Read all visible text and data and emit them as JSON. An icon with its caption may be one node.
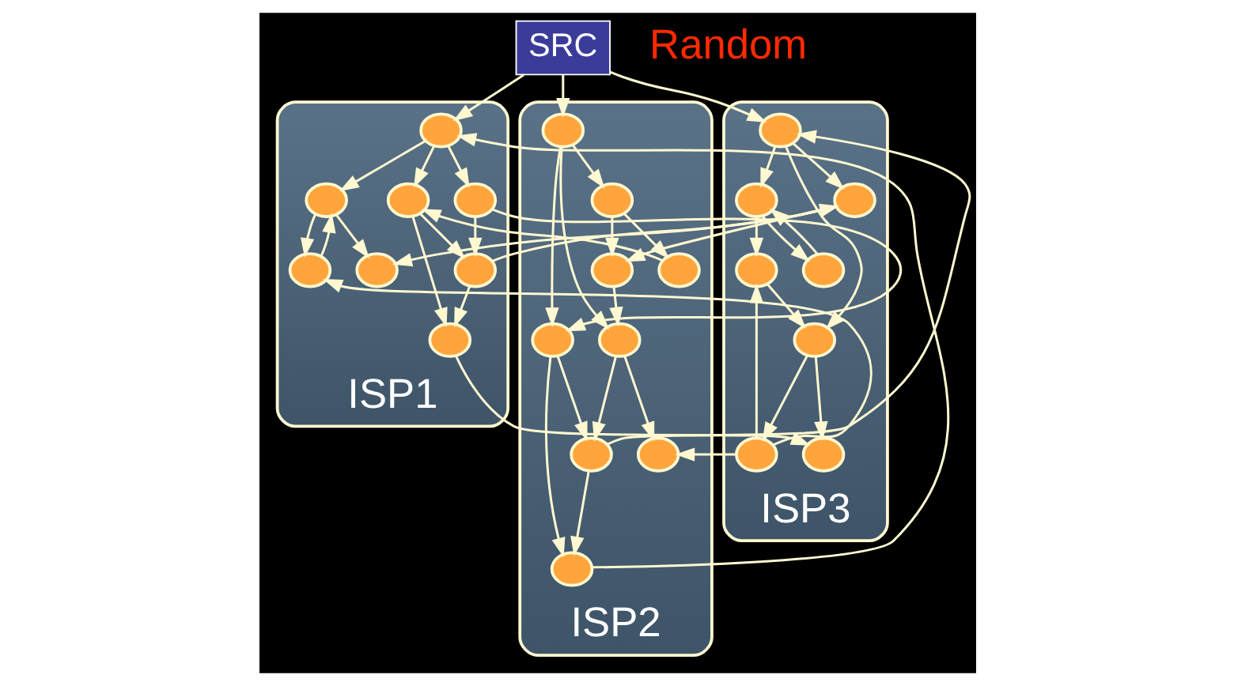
{
  "diagram": {
    "nodes": [
      {
        "text": [
          "SRC"
        ]
      },
      {
        "text": [
          "ISP1"
        ]
      },
      {
        "text": [],
        "shape": "circle",
        "in": 1
      },
      {
        "text": [],
        "shape": "circle",
        "in": 1
      },
      {
        "text": [],
        "shape": "circle",
        "in": 1
      },
      {
        "text": [],
        "shape": "circle",
        "in": 1
      },
      {
        "text": [],
        "shape": "circle",
        "in": 1
      },
      {
        "text": [],
        "shape": "circle",
        "in": 1
      },
      {
        "text": [],
        "shape": "circle",
        "in": 1
      },
      {
        "text": [],
        "shape": "circle",
        "in": 1
      },
      {
        "text": [
          "ISP2"
        ]
      },
      {
        "text": [],
        "shape": "circle",
        "in": 10
      },
      {
        "text": [],
        "shape": "circle",
        "in": 10
      },
      {
        "text": [],
        "shape": "circle",
        "in": 10
      },
      {
        "text": [],
        "shape": "circle",
        "in": 10
      },
      {
        "text": [],
        "shape": "circle",
        "in": 10
      },
      {
        "text": [],
        "shape": "circle",
        "in": 10
      },
      {
        "text": [],
        "shape": "circle",
        "in": 10
      },
      {
        "text": [],
        "shape": "circle",
        "in": 10
      },
      {
        "text": [],
        "shape": "circle",
        "in": 10
      },
      {
        "text": [
          "ISP3"
        ]
      },
      {
        "text": [],
        "shape": "circle",
        "in": 20
      },
      {
        "text": [],
        "shape": "circle",
        "in": 20
      },
      {
        "text": [],
        "shape": "circle",
        "in": 20
      },
      {
        "text": [],
        "shape": "circle",
        "in": 20
      },
      {
        "text": [],
        "shape": "circle",
        "in": 20
      },
      {
        "text": [],
        "shape": "circle",
        "in": 20
      },
      {
        "text": [],
        "shape": "circle",
        "in": 20
      },
      {
        "text": [],
        "shape": "circle",
        "in": 20
      }
    ],
    "edges": [
      {
        "from": 0,
        "to": 2,
        "arrow": "to"
      },
      {
        "from": 0,
        "to": 11,
        "arrow": "to"
      },
      {
        "from": 0,
        "to": 21,
        "arrow": "to"
      },
      {
        "from": 2,
        "to": 3,
        "arrow": "to"
      },
      {
        "from": 3,
        "to": 4,
        "arrow": "to"
      },
      {
        "from": 4,
        "to": 3,
        "arrow": "to"
      },
      {
        "from": 3,
        "to": 7,
        "arrow": "to"
      },
      {
        "from": 2,
        "to": 5,
        "arrow": "to"
      },
      {
        "from": 2,
        "to": 6,
        "arrow": "to"
      },
      {
        "from": 5,
        "to": 8,
        "arrow": "to"
      },
      {
        "from": 5,
        "to": 9,
        "arrow": "to"
      },
      {
        "from": 6,
        "to": 9,
        "arrow": "to"
      },
      {
        "from": 9,
        "to": 8,
        "arrow": "to"
      },
      {
        "from": 11,
        "to": 12,
        "arrow": "to"
      },
      {
        "from": 11,
        "to": 13,
        "arrow": "to"
      },
      {
        "from": 11,
        "to": 14,
        "arrow": "to"
      },
      {
        "from": 12,
        "to": 15,
        "arrow": "to"
      },
      {
        "from": 12,
        "to": 16,
        "arrow": "to"
      },
      {
        "from": 13,
        "to": 16,
        "arrow": "to"
      },
      {
        "from": 13,
        "to": 19,
        "arrow": "to"
      },
      {
        "from": 14,
        "to": 17,
        "arrow": "to"
      },
      {
        "from": 14,
        "to": 18,
        "arrow": "to"
      },
      {
        "from": 17,
        "to": 13,
        "arrow": "to"
      },
      {
        "from": 16,
        "to": 15,
        "arrow": "to"
      },
      {
        "from": 21,
        "to": 22,
        "arrow": "to"
      },
      {
        "from": 21,
        "to": 24,
        "arrow": "to"
      },
      {
        "from": 21,
        "to": 23,
        "arrow": "to"
      },
      {
        "from": 23,
        "to": 26,
        "arrow": "to"
      },
      {
        "from": 23,
        "to": 28,
        "arrow": "to"
      },
      {
        "from": 22,
        "to": 27,
        "arrow": "to"
      },
      {
        "from": 22,
        "to": 25,
        "arrow": "to"
      },
      {
        "from": 25,
        "to": 22,
        "arrow": "to"
      },
      {
        "from": 27,
        "to": 23,
        "arrow": "to"
      },
      {
        "from": 28,
        "to": 27,
        "arrow": "to"
      },
      {
        "from": 15,
        "to": 2,
        "arrow": "to"
      },
      {
        "from": 18,
        "to": 5,
        "arrow": "to"
      },
      {
        "from": 28,
        "to": 4,
        "arrow": "to"
      },
      {
        "from": 24,
        "to": 7,
        "arrow": "to"
      },
      {
        "from": 9,
        "to": 24,
        "arrow": "to"
      },
      {
        "from": 8,
        "to": 26,
        "arrow": "to"
      },
      {
        "from": 24,
        "to": 17,
        "arrow": "to"
      },
      {
        "from": 28,
        "to": 19,
        "arrow": "to"
      },
      {
        "from": 6,
        "to": 12,
        "arrow": "to"
      },
      {
        "from": 16,
        "to": 21,
        "arrow": "to"
      }
    ],
    "labels": [
      "Random"
    ]
  }
}
